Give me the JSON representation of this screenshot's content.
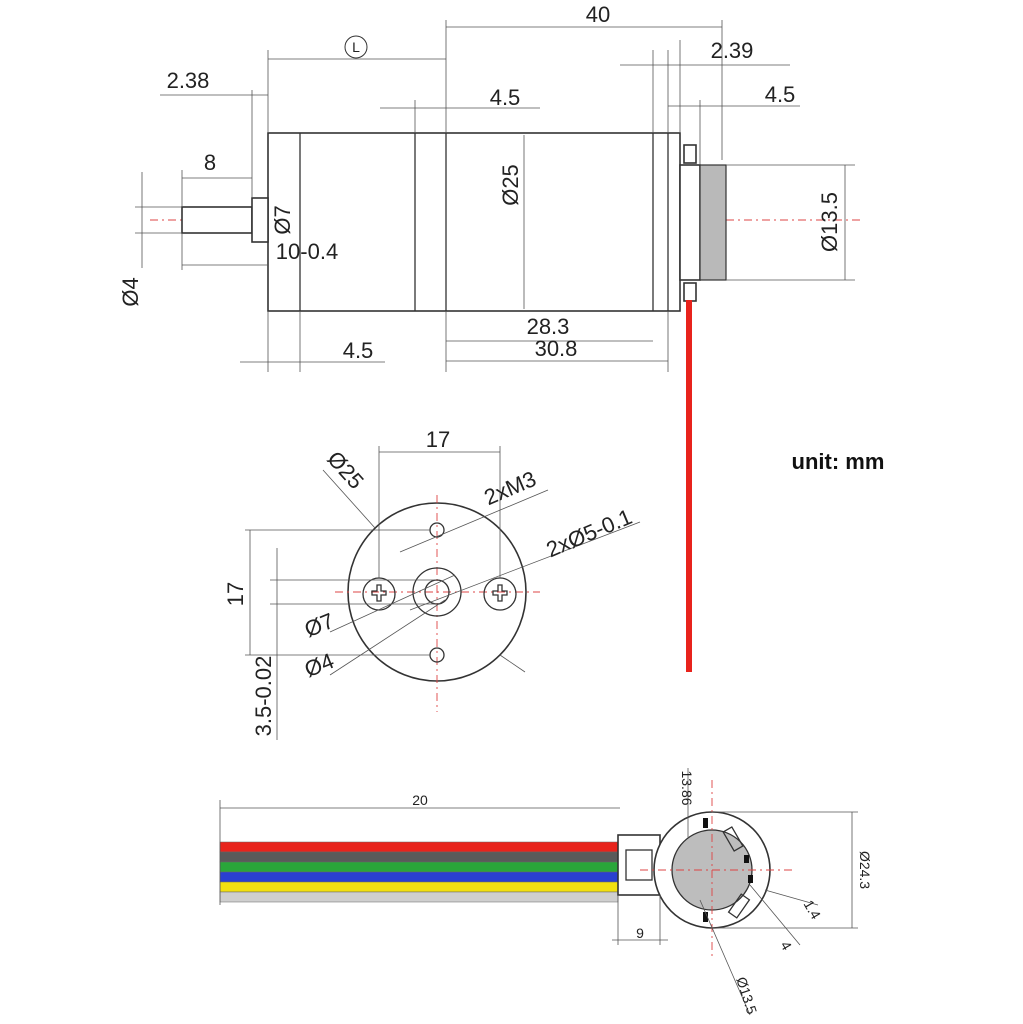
{
  "unit_label": "unit: mm",
  "side_view": {
    "dim_40": "40",
    "dim_L": "L",
    "dim_2_39": "2.39",
    "dim_2_38": "2.38",
    "dim_4_5_top": "4.5",
    "dim_4_5_right": "4.5",
    "dim_8": "8",
    "dim_phi7": "Ø7",
    "dim_10_04": "10-0.4",
    "dim_phi4": "Ø4",
    "dim_phi25": "Ø25",
    "dim_phi13_5": "Ø13.5",
    "dim_28_3": "28.3",
    "dim_30_8": "30.8",
    "dim_4_5_bottom": "4.5"
  },
  "front_view": {
    "dim_17_top": "17",
    "dim_phi25": "Ø25",
    "dim_2xM3": "2xM3",
    "dim_2xphi5": "2xØ5-0.1",
    "dim_17_left": "17",
    "dim_phi7": "Ø7",
    "dim_phi4": "Ø4",
    "dim_3_5": "3.5-0.02"
  },
  "rear_view": {
    "dim_20": "20",
    "dim_9": "9",
    "dim_13_86": "13.86",
    "dim_phi24_3": "Ø24.3",
    "dim_1_4": "1.4",
    "dim_4": "4",
    "dim_phi13_5": "Ø13.5"
  },
  "wire_colors": [
    "#e8231c",
    "#5a5a5a",
    "#2aa63a",
    "#2a3fd0",
    "#f2e010",
    "#cfcfcf"
  ],
  "lead_color": "#e8231c"
}
